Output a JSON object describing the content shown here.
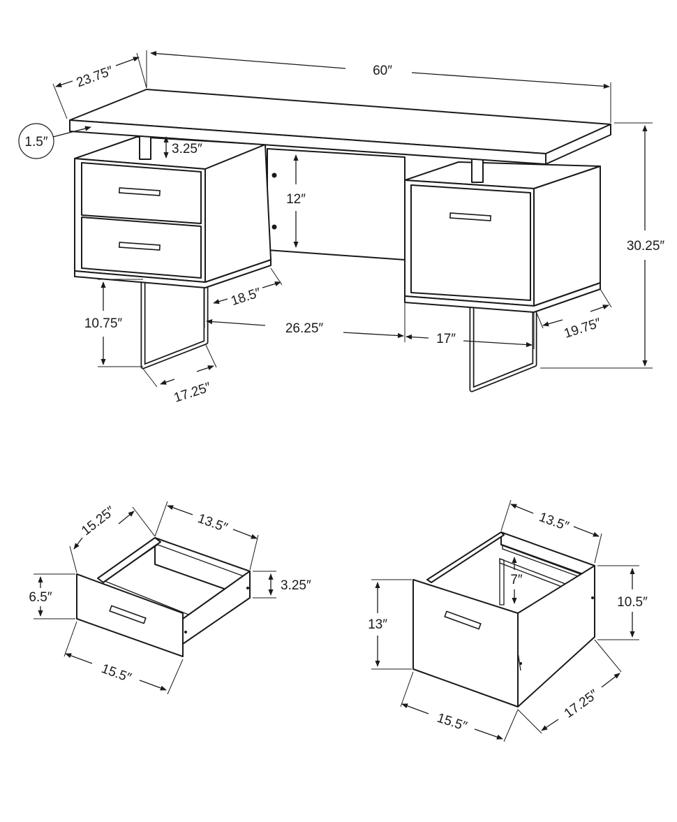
{
  "desk": {
    "width": "60″",
    "depth": "23.75″",
    "top_thickness": "1.5″",
    "height": "30.25″",
    "riser_gap": "3.25″",
    "modesty_panel_height": "12″",
    "left_cabinet_depth": "18.5″",
    "leg_height": "10.75″",
    "knee_space": "26.25″",
    "right_cabinet_width": "17″",
    "right_cabinet_depth": "19.75″",
    "leg_frame_depth": "17.25″"
  },
  "drawer_small": {
    "depth": "15.25″",
    "inner_width": "13.5″",
    "front_height": "6.5″",
    "side_height": "3.25″",
    "front_width": "15.5″"
  },
  "drawer_file": {
    "inner_width": "13.5″",
    "inner_height": "7″",
    "side_height": "10.5″",
    "front_height": "13″",
    "front_width": "15.5″",
    "depth": "17.25″"
  },
  "colors": {
    "line": "#1a1a1a",
    "background": "#ffffff"
  }
}
